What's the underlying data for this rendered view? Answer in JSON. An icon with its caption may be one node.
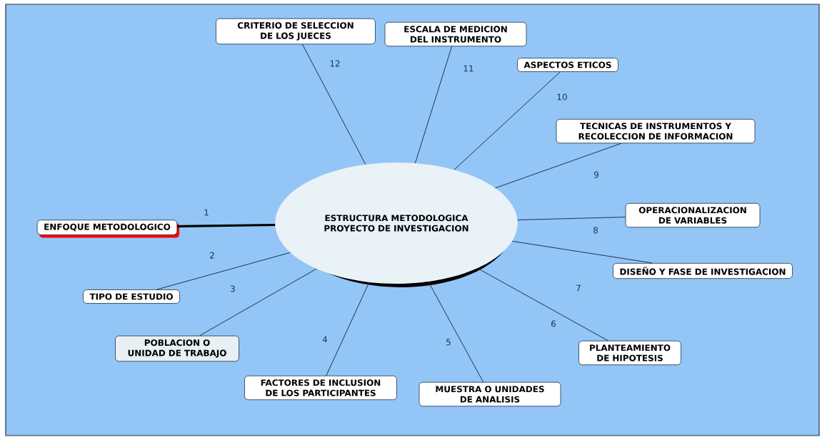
{
  "diagram": {
    "nodes": [
      {
        "text": [
          "ESTRUCTURA METODOLOGICA PROYECTO DE INVESTIGACION"
        ]
      },
      {
        "text": [
          "ENFOQUE METODOLOGICO"
        ]
      },
      {
        "text": [
          "TIPO DE ESTUDIO"
        ]
      },
      {
        "text": [
          "POBLACION O UNIDAD DE TRABAJO"
        ]
      },
      {
        "text": [
          "FACTORES DE INCLUSION DE LOS PARTICIPANTES"
        ]
      },
      {
        "text": [
          "MUESTRA O UNIDADES DE ANALISIS"
        ]
      },
      {
        "text": [
          "PLANTEAMIENTO DE HIPOTESIS"
        ]
      },
      {
        "text": [
          "DISEÑO Y FASE DE INVESTIGACION"
        ]
      },
      {
        "text": [
          "OPERACIONALIZACION DE VARIABLES"
        ]
      },
      {
        "text": [
          "TECNICAS DE INSTRUMENTOS Y RECOLECCION DE INFORMACION"
        ]
      },
      {
        "text": [
          "ASPECTOS ETICOS"
        ]
      },
      {
        "text": [
          "ESCALA DE MEDICION DEL INSTRUMENTO"
        ]
      },
      {
        "text": [
          "CRITERIO DE SELECCION DE LOS JUECES"
        ]
      }
    ],
    "edges": [
      {
        "from": 0,
        "to": 1,
        "arrow": "none",
        "label": "1",
        "style": "thick"
      },
      {
        "from": 0,
        "to": 2,
        "arrow": "none",
        "label": "2"
      },
      {
        "from": 0,
        "to": 3,
        "arrow": "none",
        "label": "3"
      },
      {
        "from": 0,
        "to": 4,
        "arrow": "none",
        "label": "4"
      },
      {
        "from": 0,
        "to": 5,
        "arrow": "none",
        "label": "5"
      },
      {
        "from": 0,
        "to": 6,
        "arrow": "none",
        "label": "6"
      },
      {
        "from": 0,
        "to": 7,
        "arrow": "none",
        "label": "7"
      },
      {
        "from": 0,
        "to": 8,
        "arrow": "none",
        "label": "8"
      },
      {
        "from": 0,
        "to": 9,
        "arrow": "none",
        "label": "9"
      },
      {
        "from": 0,
        "to": 10,
        "arrow": "none",
        "label": "10"
      },
      {
        "from": 0,
        "to": 11,
        "arrow": "none",
        "label": "11"
      },
      {
        "from": 0,
        "to": 12,
        "arrow": "none",
        "label": "12"
      }
    ]
  }
}
